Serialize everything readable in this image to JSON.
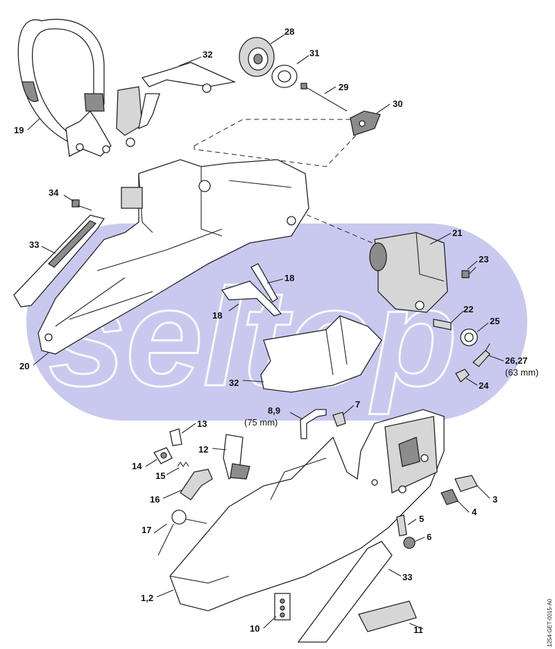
{
  "watermark": {
    "text": "seltop",
    "band_color": "#c9c9ef"
  },
  "document_code": "1254-GET-0015-A0",
  "callouts": [
    {
      "id": "19",
      "text": "19"
    },
    {
      "id": "32a",
      "text": "32"
    },
    {
      "id": "28",
      "text": "28"
    },
    {
      "id": "31",
      "text": "31"
    },
    {
      "id": "29",
      "text": "29"
    },
    {
      "id": "30",
      "text": "30"
    },
    {
      "id": "34",
      "text": "34"
    },
    {
      "id": "33a",
      "text": "33"
    },
    {
      "id": "21",
      "text": "21"
    },
    {
      "id": "23",
      "text": "23"
    },
    {
      "id": "18a",
      "text": "18"
    },
    {
      "id": "18b",
      "text": "18"
    },
    {
      "id": "22",
      "text": "22"
    },
    {
      "id": "25",
      "text": "25"
    },
    {
      "id": "20",
      "text": "20"
    },
    {
      "id": "2627",
      "text": "26,27"
    },
    {
      "id": "32b",
      "text": "32"
    },
    {
      "id": "24",
      "text": "24"
    },
    {
      "id": "89",
      "text": "8,9"
    },
    {
      "id": "7",
      "text": "7"
    },
    {
      "id": "13",
      "text": "13"
    },
    {
      "id": "12",
      "text": "12"
    },
    {
      "id": "14",
      "text": "14"
    },
    {
      "id": "15",
      "text": "15"
    },
    {
      "id": "16",
      "text": "16"
    },
    {
      "id": "3",
      "text": "3"
    },
    {
      "id": "4",
      "text": "4"
    },
    {
      "id": "5",
      "text": "5"
    },
    {
      "id": "6",
      "text": "6"
    },
    {
      "id": "17",
      "text": "17"
    },
    {
      "id": "33b",
      "text": "33"
    },
    {
      "id": "12b",
      "text": "1,2"
    },
    {
      "id": "10",
      "text": "10"
    },
    {
      "id": "11",
      "text": "11"
    }
  ],
  "dimension_notes": [
    {
      "id": "63mm",
      "text": "(63 mm)"
    },
    {
      "id": "75mm",
      "text": "(75 mm)"
    }
  ]
}
